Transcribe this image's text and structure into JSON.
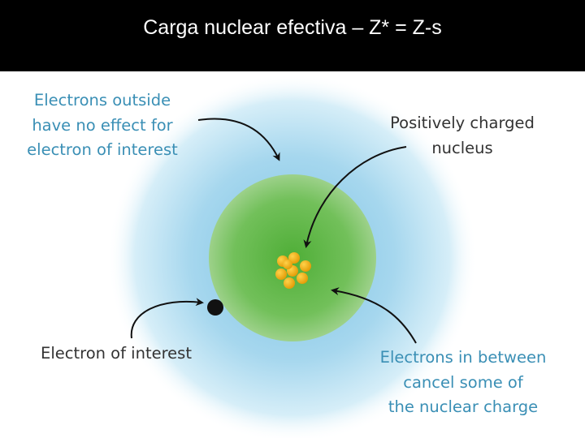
{
  "slide": {
    "title": "Carga nuclear efectiva – Z* = Z-s"
  },
  "diagram": {
    "labels": {
      "outside": [
        "Electrons outside",
        "have no effect for",
        "electron of interest"
      ],
      "nucleus": [
        "Positively charged",
        "nucleus"
      ],
      "electron": [
        "Electron of interest"
      ],
      "between": [
        "Electrons in between",
        "cancel some of",
        "the nuclear charge"
      ]
    },
    "colors": {
      "outer_cloud": "#bfe3f2",
      "inner_sphere": "#6cbf4c",
      "nucleons": "#f2a60f",
      "electron": "#111111",
      "label_blue": "#3a8fb5",
      "label_dark": "#333333"
    }
  }
}
